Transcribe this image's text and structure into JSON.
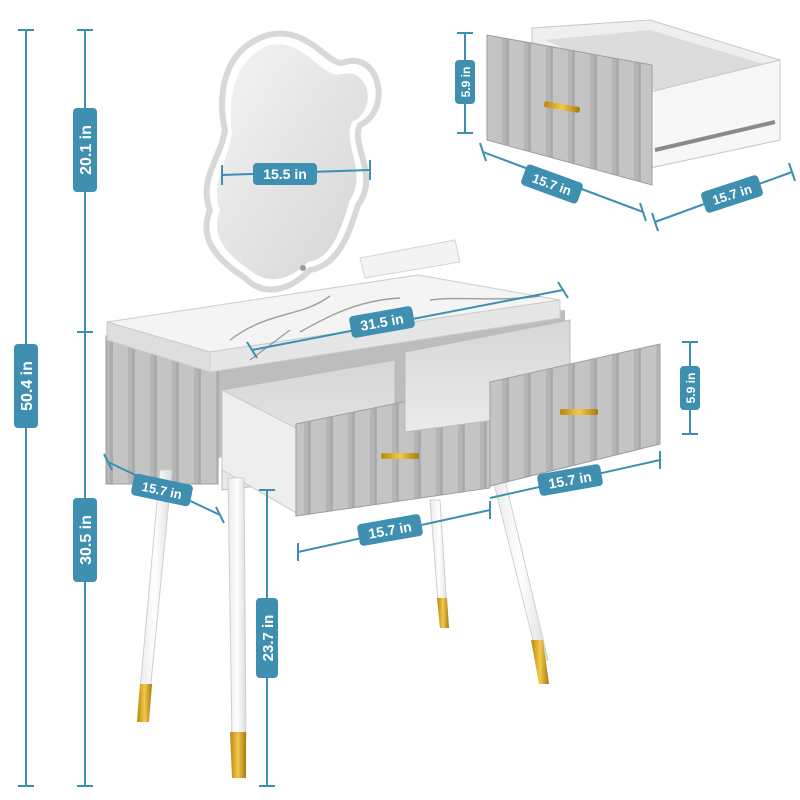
{
  "colors": {
    "dimension_line": "#3e8fb0",
    "label_bg": "#3e8fb0",
    "label_text": "#ffffff",
    "fabric": "#c3c3c3",
    "fabric_dark": "#a9a9a9",
    "marble": "#f2f2f2",
    "gold": "#d9a621",
    "frame_white": "#f7f7f7"
  },
  "dimensions": {
    "total_height": "50.4 in",
    "mirror_height": "20.1 in",
    "table_height": "30.5 in",
    "leg_height": "23.7 in",
    "mirror_width": "15.5 in",
    "tabletop_width": "31.5 in",
    "table_depth": "15.7 in",
    "drawer_front_width_left": "15.7 in",
    "drawer_front_width_right": "15.7 in",
    "drawer_front_height": "5.9 in",
    "drawer_detail_height": "5.9 in",
    "drawer_detail_width": "15.7 in",
    "drawer_detail_depth": "15.7 in"
  }
}
